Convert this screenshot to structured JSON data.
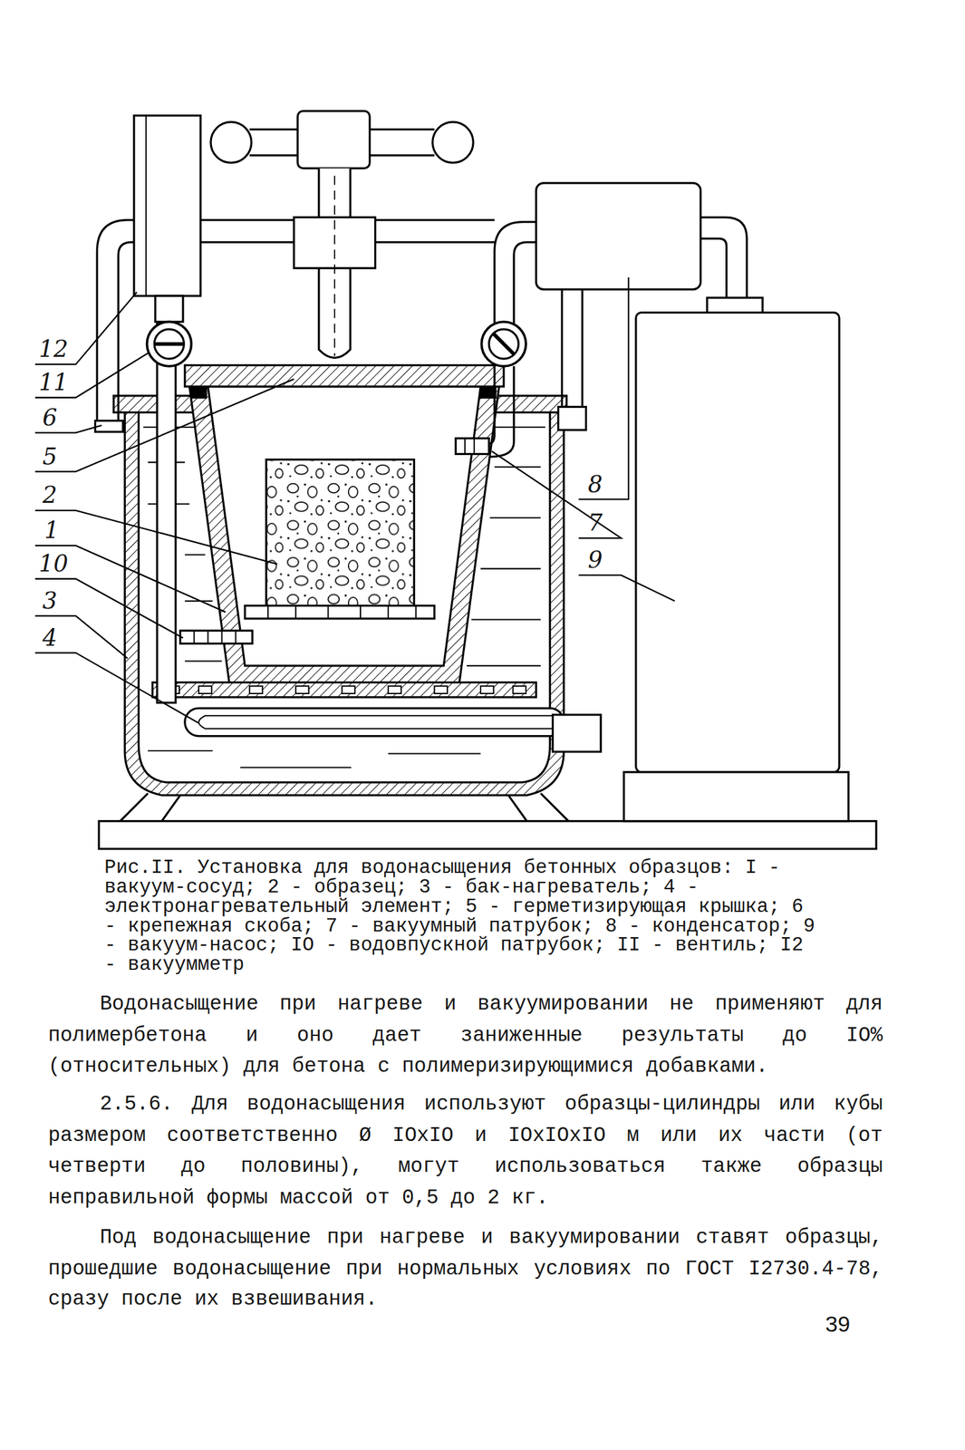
{
  "diagram": {
    "caption": "Рис.II. Установка для водонасыщения бетонных образцов: I - вакуум-сосуд; 2 - образец; 3 - бак-нагреватель; 4 - электронагревательный элемент; 5 - герметизирующая крышка; 6 - крепежная скоба; 7 - вакуумный патрубок; 8 - конденсатор; 9 - вакуум-насос; IO - водовпускной патрубок; II - вентиль; I2 - вакуумметр",
    "labels": [
      "12",
      "11",
      "6",
      "5",
      "2",
      "1",
      "10",
      "3",
      "4",
      "8",
      "7",
      "9",
      "Водонасыщение при нагреве и вакуумировании не применяют для полимербетона и оно дает заниженные результаты до IO% (относительных) для бетона с полимеризирующимися добавками.",
      "2.5.6. Для водонасыщения используют образцы-цилиндры или кубы размером соответственно Ø IOxIO и IOxIOxIO м или их части (от четверти до половины), могут использоваться также образцы неправильной формы массой от 0,5 до 2 кг.",
      "Под водонасыщение при нагреве и вакуумировании ставят образцы, прошедшие водонасыщение при нормальных условиях по ГОСТ I2730.4-78, сразу после их взвешивания.",
      "39"
    ]
  }
}
